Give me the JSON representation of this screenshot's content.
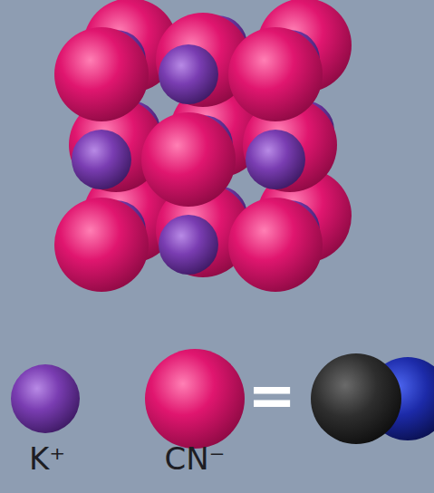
{
  "diagram": {
    "labels": [
      "K⁺",
      "=",
      "CN⁻"
    ]
  }
}
